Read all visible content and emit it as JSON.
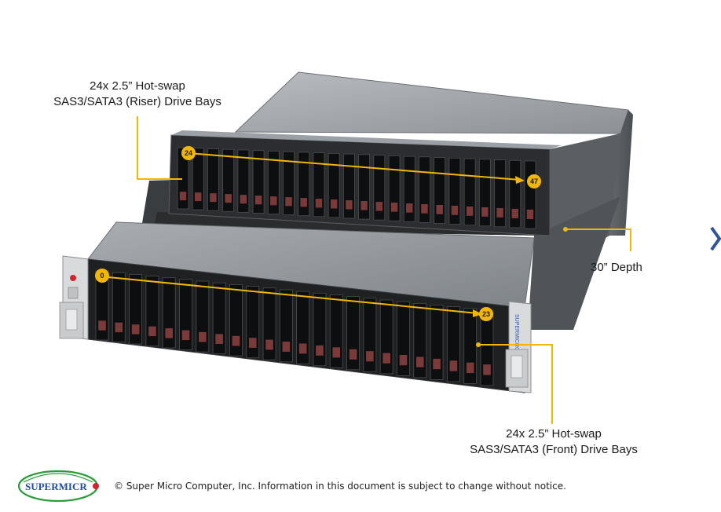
{
  "callouts": {
    "riser": {
      "line1": "24x 2.5” Hot-swap",
      "line2": "SAS3/SATA3 (Riser) Drive Bays"
    },
    "front": {
      "line1": "24x 2.5” Hot-swap",
      "line2": "SAS3/SATA3 (Front) Drive Bays"
    },
    "depth": "30” Depth"
  },
  "bay_markers": {
    "riser_start": "24",
    "riser_end": "47",
    "front_start": "0",
    "front_end": "23"
  },
  "side_label": "SUPERMICRO",
  "footer": {
    "logo": "SUPERMICR",
    "copyright": "© Super Micro Computer, Inc. Information in this document is subject to change without notice."
  },
  "colors": {
    "accent": "#f2b705",
    "logo_green": "#2a9d3a",
    "logo_blue": "#1f4ea3",
    "logo_red": "#d2232a"
  },
  "icons": {
    "next": "chevron-right-icon"
  }
}
